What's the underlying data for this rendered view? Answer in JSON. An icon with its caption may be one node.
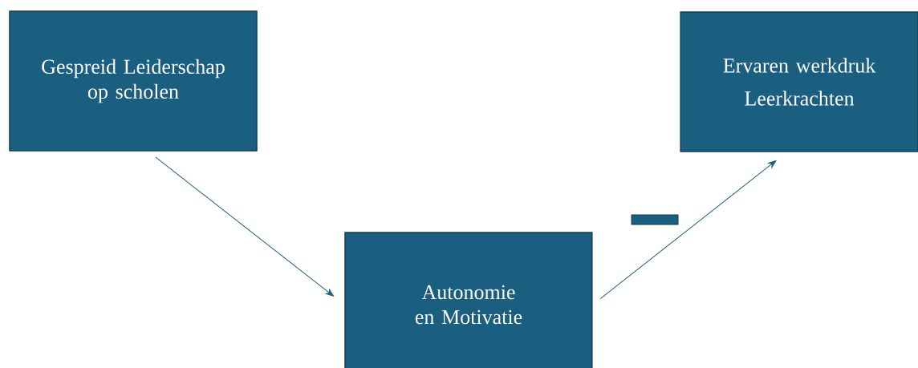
{
  "diagram": {
    "nodes": [
      {
        "text": [
          "Gespreid Leiderschap op scholen"
        ]
      },
      {
        "text": [
          "Autonomie en Motivatie"
        ]
      },
      {
        "text": [
          "Ervaren werkdruk",
          "Leerkrachten"
        ]
      }
    ],
    "edges": [
      {
        "from": 0,
        "to": 1,
        "arrow": "to"
      },
      {
        "from": 1,
        "to": 2,
        "arrow": "to"
      }
    ]
  }
}
